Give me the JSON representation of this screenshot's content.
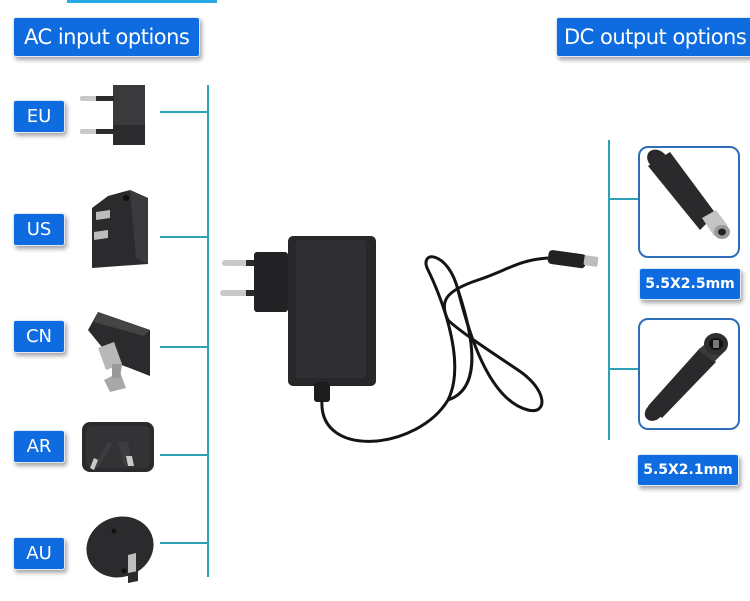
{
  "header": {
    "ac_title": "AC input options",
    "dc_title": "DC output options"
  },
  "ac_options": [
    {
      "label": "EU",
      "icon": "eu-plug-icon"
    },
    {
      "label": "US",
      "icon": "us-plug-icon"
    },
    {
      "label": "CN",
      "icon": "cn-plug-icon"
    },
    {
      "label": "AR",
      "icon": "ar-plug-icon"
    },
    {
      "label": "AU",
      "icon": "au-plug-icon"
    }
  ],
  "dc_options": [
    {
      "label": "5.5X2.5mm",
      "icon": "dc-barrel-plug-icon"
    },
    {
      "label": "5.5X2.1mm",
      "icon": "dc-barrel-plug-icon"
    }
  ],
  "product": {
    "icon": "power-adapter-icon"
  },
  "colors": {
    "label_bg": "#0e6ce0",
    "connector_line": "#2ea1b4",
    "frame_border": "#2c6fb8",
    "top_strip": "#29a9e6"
  }
}
